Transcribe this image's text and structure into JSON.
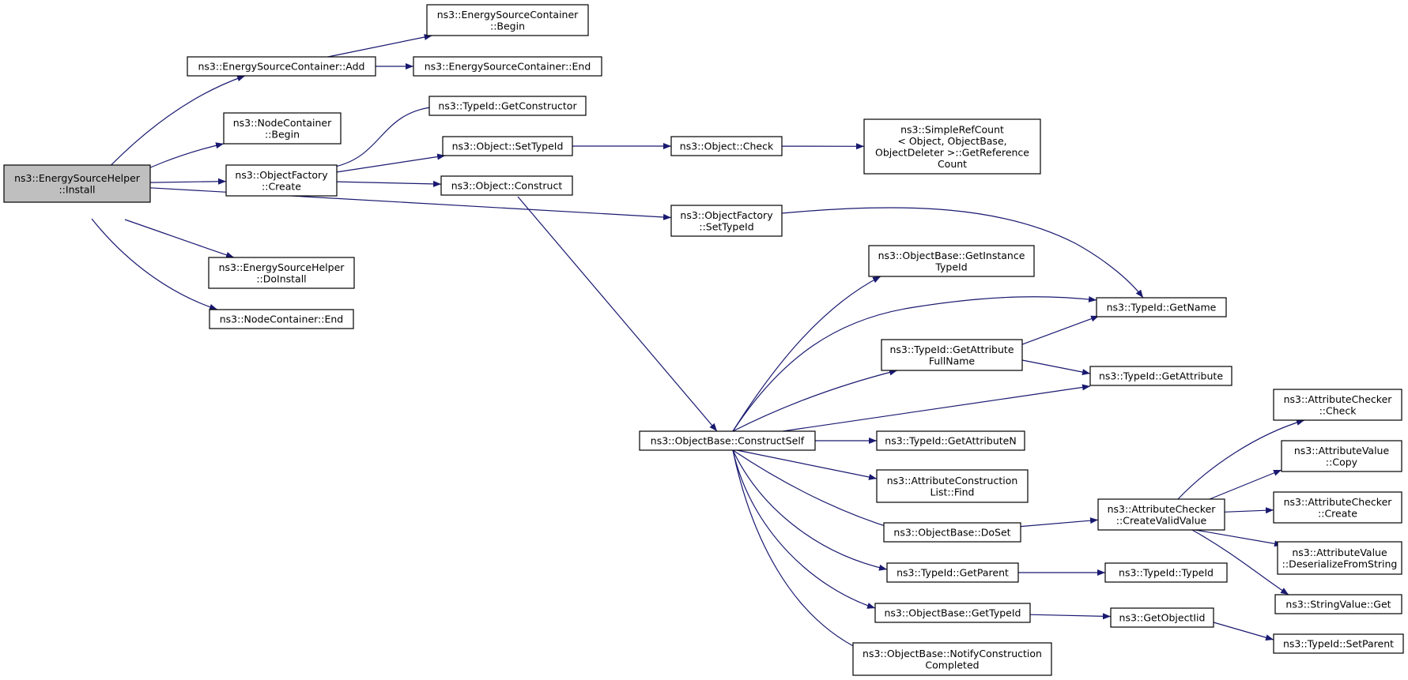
{
  "diagram": {
    "title": "",
    "colors": {
      "edge": "#191970",
      "node_border": "#000000",
      "root_fill": "#bfbfbf",
      "node_fill": "#ffffff"
    },
    "nodes": [
      {
        "id": "install",
        "lines": [
          "ns3::EnergySourceHelper",
          "::Install"
        ],
        "highlight": true
      },
      {
        "id": "esc_add",
        "lines": [
          "ns3::EnergySourceContainer::Add"
        ]
      },
      {
        "id": "esc_begin",
        "lines": [
          "ns3::EnergySourceContainer",
          "::Begin"
        ]
      },
      {
        "id": "esc_end",
        "lines": [
          "ns3::EnergySourceContainer::End"
        ]
      },
      {
        "id": "nc_begin",
        "lines": [
          "ns3::NodeContainer",
          "::Begin"
        ]
      },
      {
        "id": "of_create",
        "lines": [
          "ns3::ObjectFactory",
          "::Create"
        ]
      },
      {
        "id": "tid_getconstructor",
        "lines": [
          "ns3::TypeId::GetConstructor"
        ]
      },
      {
        "id": "obj_settypeid",
        "lines": [
          "ns3::Object::SetTypeId"
        ]
      },
      {
        "id": "obj_check",
        "lines": [
          "ns3::Object::Check"
        ]
      },
      {
        "id": "srefcount",
        "lines": [
          "ns3::SimpleRefCount",
          "< Object, ObjectBase,",
          "ObjectDeleter >::GetReference",
          "Count"
        ]
      },
      {
        "id": "obj_construct",
        "lines": [
          "ns3::Object::Construct"
        ]
      },
      {
        "id": "of_settypeid",
        "lines": [
          "ns3::ObjectFactory",
          "::SetTypeId"
        ]
      },
      {
        "id": "esh_doinstall",
        "lines": [
          "ns3::EnergySourceHelper",
          "::DoInstall"
        ]
      },
      {
        "id": "nc_end",
        "lines": [
          "ns3::NodeContainer::End"
        ]
      },
      {
        "id": "ob_getinstancetypeid",
        "lines": [
          "ns3::ObjectBase::GetInstance",
          "TypeId"
        ]
      },
      {
        "id": "tid_getname",
        "lines": [
          "ns3::TypeId::GetName"
        ]
      },
      {
        "id": "tid_getattrfullname",
        "lines": [
          "ns3::TypeId::GetAttribute",
          "FullName"
        ]
      },
      {
        "id": "tid_getattribute",
        "lines": [
          "ns3::TypeId::GetAttribute"
        ]
      },
      {
        "id": "ob_constructself",
        "lines": [
          "ns3::ObjectBase::ConstructSelf"
        ]
      },
      {
        "id": "tid_getattributen",
        "lines": [
          "ns3::TypeId::GetAttributeN"
        ]
      },
      {
        "id": "acl_find",
        "lines": [
          "ns3::AttributeConstruction",
          "List::Find"
        ]
      },
      {
        "id": "ob_doset",
        "lines": [
          "ns3::ObjectBase::DoSet"
        ]
      },
      {
        "id": "ac_createvalidvalue",
        "lines": [
          "ns3::AttributeChecker",
          "::CreateValidValue"
        ]
      },
      {
        "id": "tid_getparent",
        "lines": [
          "ns3::TypeId::GetParent"
        ]
      },
      {
        "id": "tid_typeid",
        "lines": [
          "ns3::TypeId::TypeId"
        ]
      },
      {
        "id": "ob_gettypeid",
        "lines": [
          "ns3::ObjectBase::GetTypeId"
        ]
      },
      {
        "id": "getobjectiid",
        "lines": [
          "ns3::GetObjectIid"
        ]
      },
      {
        "id": "tid_setparent",
        "lines": [
          "ns3::TypeId::SetParent"
        ]
      },
      {
        "id": "ob_notify",
        "lines": [
          "ns3::ObjectBase::NotifyConstruction",
          "Completed"
        ]
      },
      {
        "id": "ac_check",
        "lines": [
          "ns3::AttributeChecker",
          "::Check"
        ]
      },
      {
        "id": "av_copy",
        "lines": [
          "ns3::AttributeValue",
          "::Copy"
        ]
      },
      {
        "id": "ac_create",
        "lines": [
          "ns3::AttributeChecker",
          "::Create"
        ]
      },
      {
        "id": "av_deserialize",
        "lines": [
          "ns3::AttributeValue",
          "::DeserializeFromString"
        ]
      },
      {
        "id": "sv_get",
        "lines": [
          "ns3::StringValue::Get"
        ]
      }
    ],
    "edges": [
      [
        "install",
        "esc_add"
      ],
      [
        "install",
        "nc_begin"
      ],
      [
        "install",
        "of_create"
      ],
      [
        "install",
        "of_settypeid"
      ],
      [
        "install",
        "esh_doinstall"
      ],
      [
        "install",
        "nc_end"
      ],
      [
        "esc_add",
        "esc_begin"
      ],
      [
        "esc_add",
        "esc_end"
      ],
      [
        "of_create",
        "tid_getconstructor"
      ],
      [
        "of_create",
        "obj_settypeid"
      ],
      [
        "of_create",
        "obj_construct"
      ],
      [
        "obj_settypeid",
        "obj_check"
      ],
      [
        "obj_check",
        "srefcount"
      ],
      [
        "obj_construct",
        "ob_constructself"
      ],
      [
        "of_settypeid",
        "tid_getname"
      ],
      [
        "ob_constructself",
        "ob_getinstancetypeid"
      ],
      [
        "ob_constructself",
        "tid_getname"
      ],
      [
        "ob_constructself",
        "tid_getattrfullname"
      ],
      [
        "ob_constructself",
        "tid_getattribute"
      ],
      [
        "ob_constructself",
        "tid_getattributen"
      ],
      [
        "ob_constructself",
        "acl_find"
      ],
      [
        "ob_constructself",
        "ob_doset"
      ],
      [
        "ob_constructself",
        "tid_getparent"
      ],
      [
        "ob_constructself",
        "ob_gettypeid"
      ],
      [
        "ob_constructself",
        "ob_notify"
      ],
      [
        "tid_getattrfullname",
        "tid_getname"
      ],
      [
        "tid_getattrfullname",
        "tid_getattribute"
      ],
      [
        "ob_doset",
        "ac_createvalidvalue"
      ],
      [
        "ac_createvalidvalue",
        "ac_check"
      ],
      [
        "ac_createvalidvalue",
        "av_copy"
      ],
      [
        "ac_createvalidvalue",
        "ac_create"
      ],
      [
        "ac_createvalidvalue",
        "av_deserialize"
      ],
      [
        "ac_createvalidvalue",
        "sv_get"
      ],
      [
        "tid_getparent",
        "tid_typeid"
      ],
      [
        "ob_gettypeid",
        "getobjectiid"
      ],
      [
        "getobjectiid",
        "tid_setparent"
      ]
    ]
  }
}
